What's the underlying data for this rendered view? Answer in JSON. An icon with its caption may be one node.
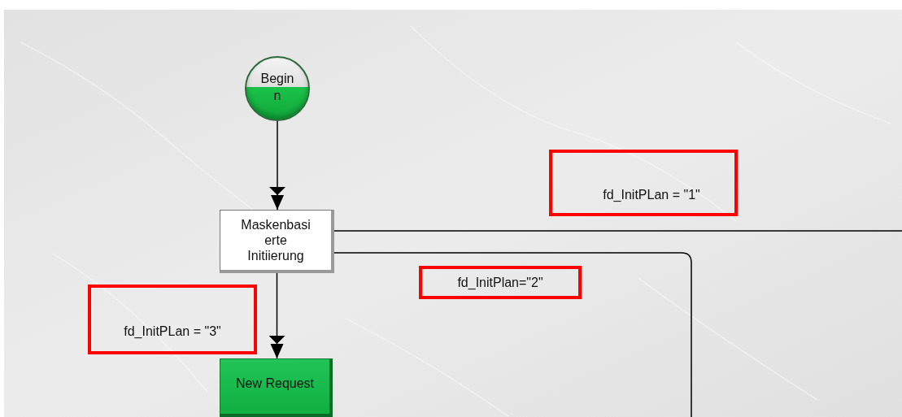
{
  "diagram": {
    "nodes": [
      {
        "text": [
          "Beginn"
        ]
      },
      {
        "text": [
          "Maskenbasierte Initiierung"
        ]
      },
      {
        "text": [
          "fd_InitPLan = \"1\""
        ]
      },
      {
        "text": [
          "fd_InitPlan=\"2\""
        ]
      },
      {
        "text": [
          "fd_InitPLan = \"3\""
        ]
      },
      {
        "text": [
          "New Request"
        ]
      }
    ],
    "edges": [
      {
        "from": 0,
        "to": 1,
        "arrow": "to"
      },
      {
        "from": 1,
        "to": 5,
        "arrow": "to"
      },
      {
        "from": 1,
        "to": null,
        "arrow": "none"
      },
      {
        "from": 1,
        "to": null,
        "arrow": "none"
      }
    ]
  }
}
